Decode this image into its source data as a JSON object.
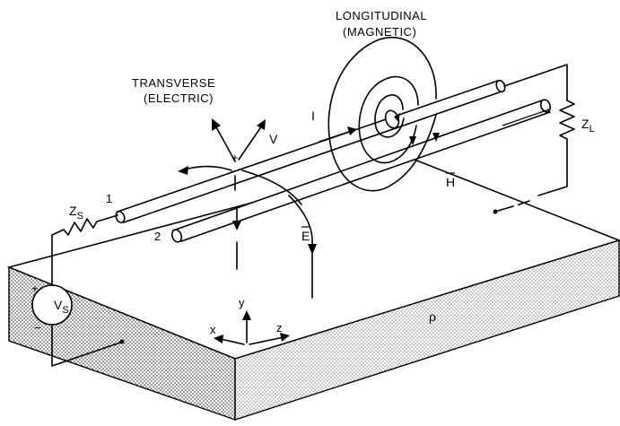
{
  "labels": {
    "longitudinal_line1": "LONGITUDINAL",
    "longitudinal_line2": "(MAGNETIC)",
    "transverse_line1": "TRANSVERSE",
    "transverse_line2": "(ELECTRIC)",
    "current": "I",
    "voltage": "V",
    "load_impedance": "Z",
    "load_impedance_sub": "L",
    "magnetic_field": "H",
    "electric_field": "E",
    "source_impedance": "Z",
    "source_impedance_sub": "S",
    "source_voltage": "V",
    "source_voltage_sub": "S",
    "resistivity": "ρ",
    "conductor_1": "1",
    "conductor_2": "2",
    "axis_x": "x",
    "axis_y": "y",
    "axis_z": "z",
    "plus_transverse": "+",
    "plus_source": "+",
    "minus_source": "−"
  },
  "colors": {
    "ink": "#000000",
    "ground_fill": "#d9d9d9",
    "background": "#ffffff"
  }
}
